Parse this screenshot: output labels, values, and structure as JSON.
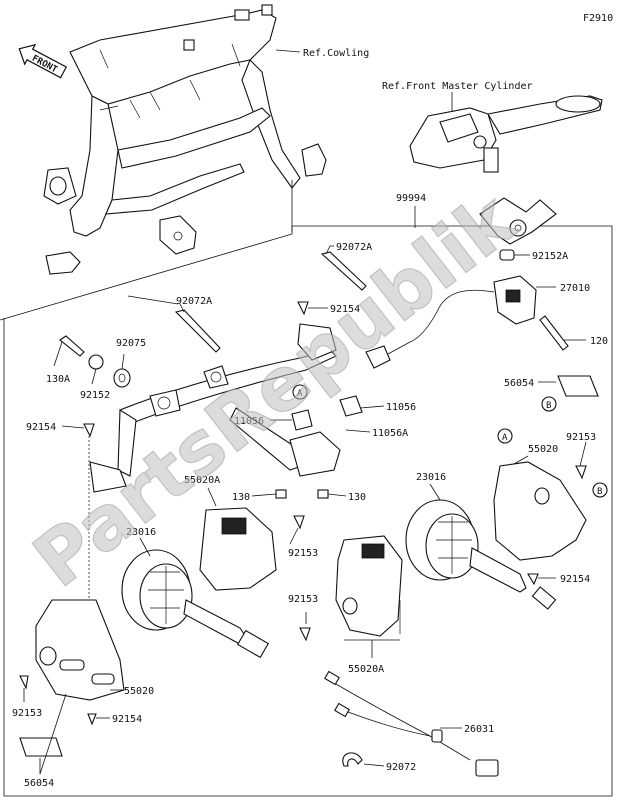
{
  "diagram_code": "F2910",
  "front_label": "FRONT",
  "watermark": "PartsRepublik",
  "refs": {
    "cowling": "Ref.Cowling",
    "front_master_cylinder": "Ref.Front Master Cylinder"
  },
  "callouts": {
    "c99994": "99994",
    "c92072A_a": "92072A",
    "c92072A_b": "92072A",
    "c92152A": "92152A",
    "c27010": "27010",
    "c120": "120",
    "c92154_top": "92154",
    "c92075": "92075",
    "c130A": "130A",
    "c92152": "92152",
    "c56054_r": "56054",
    "c11056_r": "11056",
    "c11056_l": "11056",
    "c11056A": "11056A",
    "c92154_l": "92154",
    "c130_l": "130",
    "c130_r": "130",
    "c55020A_top": "55020A",
    "c23016_l": "23016",
    "c92153_m": "92153",
    "c23016_r": "23016",
    "c55020_r": "55020",
    "c92153_r": "92153",
    "c92154_r": "92154",
    "c92153_c": "92153",
    "c55020A_bot": "55020A",
    "c55020_l": "55020",
    "c92153_l": "92153",
    "c92154_bl": "92154",
    "c26031": "26031",
    "c92072": "92072",
    "c56054_l": "56054"
  },
  "markers": {
    "a1": "A",
    "a2": "A",
    "b1": "B",
    "b2": "B"
  }
}
